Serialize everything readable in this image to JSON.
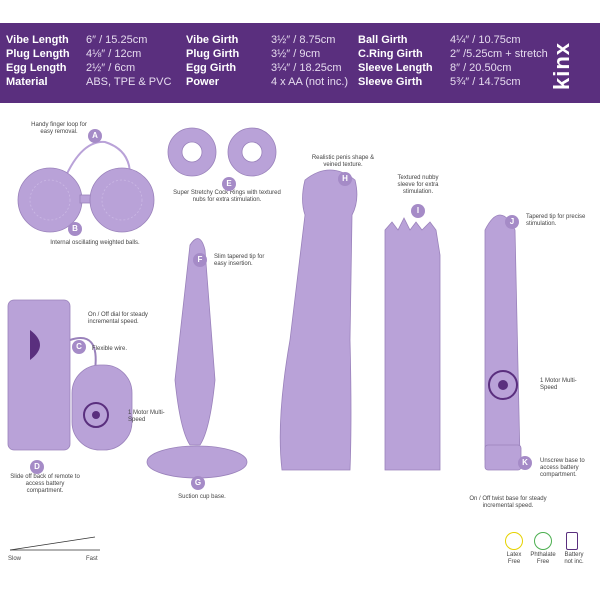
{
  "specs": {
    "col1": [
      {
        "k": "Vibe Length",
        "v": "6″ / 15.25cm"
      },
      {
        "k": "Plug Length",
        "v": "4⅛″ / 12cm"
      },
      {
        "k": "Egg Length",
        "v": "2½″ / 6cm"
      },
      {
        "k": "Material",
        "v": "ABS, TPE & PVC"
      }
    ],
    "col2": [
      {
        "k": "Vibe Girth",
        "v": "3½″ / 8.75cm"
      },
      {
        "k": "Plug Girth",
        "v": "3½″ / 9cm"
      },
      {
        "k": "Egg Girth",
        "v": "3¼″ / 18.25cm"
      },
      {
        "k": "Power",
        "v": "4 x AA (not inc.)"
      }
    ],
    "col3": [
      {
        "k": "Ball Girth",
        "v": "4¼″ / 10.75cm"
      },
      {
        "k": "C.Ring Girth",
        "v": "2″ /5.25cm + stretch"
      },
      {
        "k": "Sleeve Length",
        "v": "8″ / 20.50cm"
      },
      {
        "k": "Sleeve Girth",
        "v": "5¾″ / 14.75cm"
      }
    ]
  },
  "brand": "kinx",
  "callouts": {
    "A": "Handy finger loop for easy removal.",
    "B": "Internal oscillating weighted balls.",
    "C": "Flexible wire.",
    "D": "Slide off back of remote to access battery compartment.",
    "E": "Super Stretchy Cock Rings with textured nubs for extra stimulation.",
    "F": "Slim tapered tip for easy insertion.",
    "G": "Suction cup base.",
    "H": "Realistic penis shape & veined texture.",
    "I": "Textured nubby sleeve for extra stimulation.",
    "J": "Tapered tip for precise stimulation.",
    "K": "Unscrew base to access battery compartment.",
    "onoff_dial": "On / Off dial for steady incremental speed.",
    "motor_egg": "1 Motor Multi-Speed",
    "motor_vibe": "1 Motor Multi-Speed",
    "onoff_twist": "On / Off twist base for steady incremental speed."
  },
  "badges": [
    "A",
    "B",
    "C",
    "D",
    "E",
    "F",
    "G",
    "H",
    "I",
    "J",
    "K"
  ],
  "speed": {
    "slow": "Slow",
    "fast": "Fast"
  },
  "footer_icons": [
    {
      "label": "Latex Free",
      "color": "#e6d200"
    },
    {
      "label": "Phthalate Free",
      "color": "#4caf50"
    },
    {
      "label": "Battery not inc.",
      "color": "#5a2f7e"
    }
  ],
  "colors": {
    "header": "#5a2f7e",
    "product": "#b9a2d8",
    "badge": "#a58bc7"
  }
}
